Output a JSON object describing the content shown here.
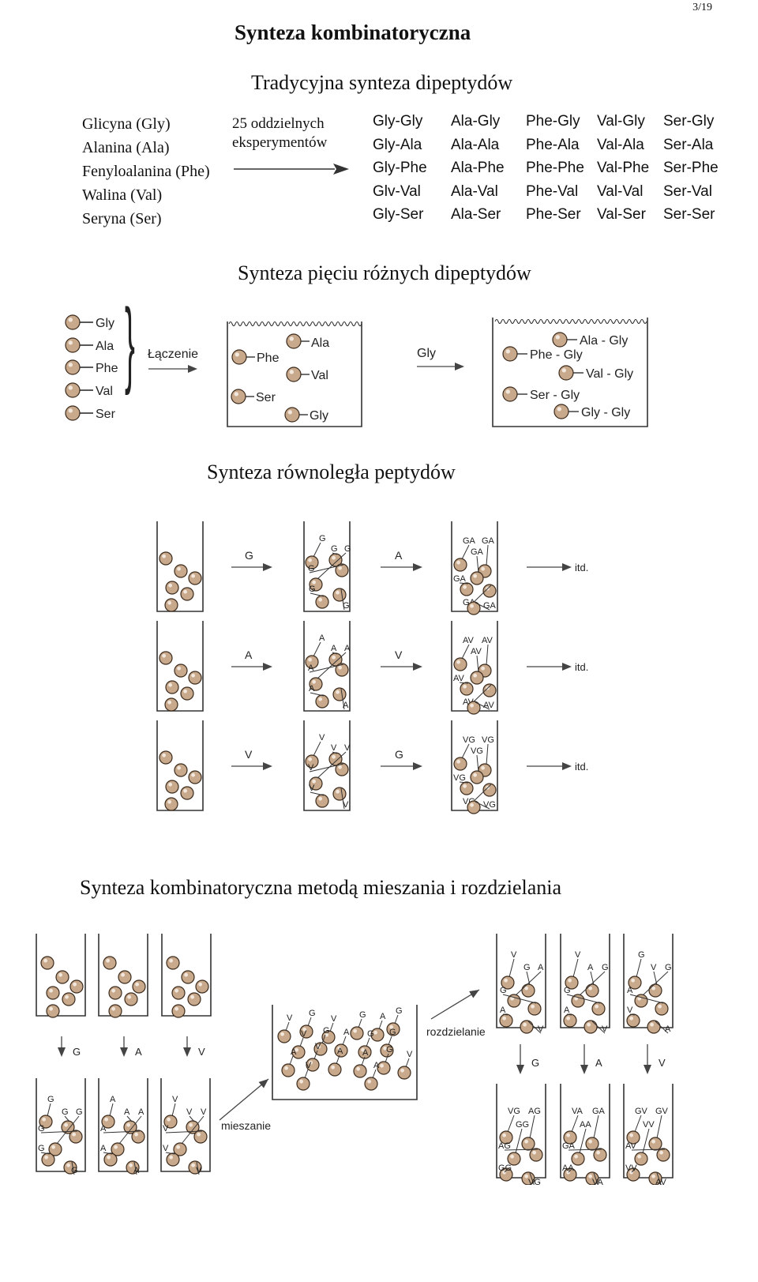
{
  "page_number": "3/19",
  "title": "Synteza kombinatoryczna",
  "sections": {
    "traditional": {
      "title": "Tradycyjna synteza dipeptydów",
      "amino_acids": [
        "Glicyna (Gly)",
        "Alanina (Ala)",
        "Fenyloalanina (Phe)",
        "Walina (Val)",
        "Seryna (Ser)"
      ],
      "note_line1": "25 oddzielnych",
      "note_line2": "eksperymentów",
      "dipeptides": [
        [
          "Gly-Gly",
          "Ala-Gly",
          "Phe-Gly",
          "Val-Gly",
          "Ser-Gly"
        ],
        [
          "Gly-Ala",
          "Ala-Ala",
          "Phe-Ala",
          "Val-Ala",
          "Ser-Ala"
        ],
        [
          "Gly-Phe",
          "Ala-Phe",
          "Phe-Phe",
          "Val-Phe",
          "Ser-Phe"
        ],
        [
          "Glv-Val",
          "Ala-Val",
          "Phe-Val",
          "Val-Val",
          "Ser-Val"
        ],
        [
          "Gly-Ser",
          "Ala-Ser",
          "Phe-Ser",
          "Val-Ser",
          "Ser-Ser"
        ]
      ]
    },
    "five": {
      "title": "Synteza pięciu różnych dipeptydów",
      "beads": [
        "Gly",
        "Ala",
        "Phe",
        "Val",
        "Ser"
      ],
      "combine_label": "Łączenie",
      "vessel1": [
        "Ala",
        "Phe",
        "Val",
        "Ser",
        "Gly"
      ],
      "reagent": "Gly",
      "vessel2": [
        "Ala - Gly",
        "Phe - Gly",
        "Val - Gly",
        "Ser - Gly",
        "Gly - Gly"
      ]
    },
    "parallel": {
      "title": "Synteza równoległa peptydów",
      "rows": [
        {
          "step1": "G",
          "step2": "A",
          "first": "G",
          "second": "GA",
          "end": "itd."
        },
        {
          "step1": "A",
          "step2": "V",
          "first": "A",
          "second": "AV",
          "end": "itd."
        },
        {
          "step1": "V",
          "step2": "G",
          "first": "V",
          "second": "VG",
          "end": "itd."
        }
      ]
    },
    "mix": {
      "title": "Synteza kombinatoryczna metodą mieszania i rozdzielania",
      "first_steps": [
        "G",
        "A",
        "V"
      ],
      "mix_label": "mieszanie",
      "split_label": "rozdzielanie",
      "mixed_labels": [
        "V",
        "G",
        "V",
        "G",
        "A",
        "G",
        "V",
        "G",
        "A",
        "G",
        "G",
        "A",
        "V",
        "A",
        "A",
        "G",
        "V",
        "V",
        "A"
      ],
      "split_vessels": [
        [
          "V",
          "G",
          "A",
          "G",
          "A",
          "V"
        ],
        [
          "V",
          "A",
          "G",
          "G",
          "A",
          "V"
        ],
        [
          "G",
          "V",
          "G",
          "A",
          "V",
          "A"
        ]
      ],
      "second_steps": [
        "G",
        "A",
        "V"
      ],
      "final_vessels": [
        [
          "VG",
          "AG",
          "GG",
          "AG",
          "GG",
          "VG"
        ],
        [
          "VA",
          "GA",
          "AA",
          "GA",
          "AA",
          "VA"
        ],
        [
          "GV",
          "GV",
          "VV",
          "AV",
          "VV",
          "AV"
        ]
      ]
    }
  }
}
